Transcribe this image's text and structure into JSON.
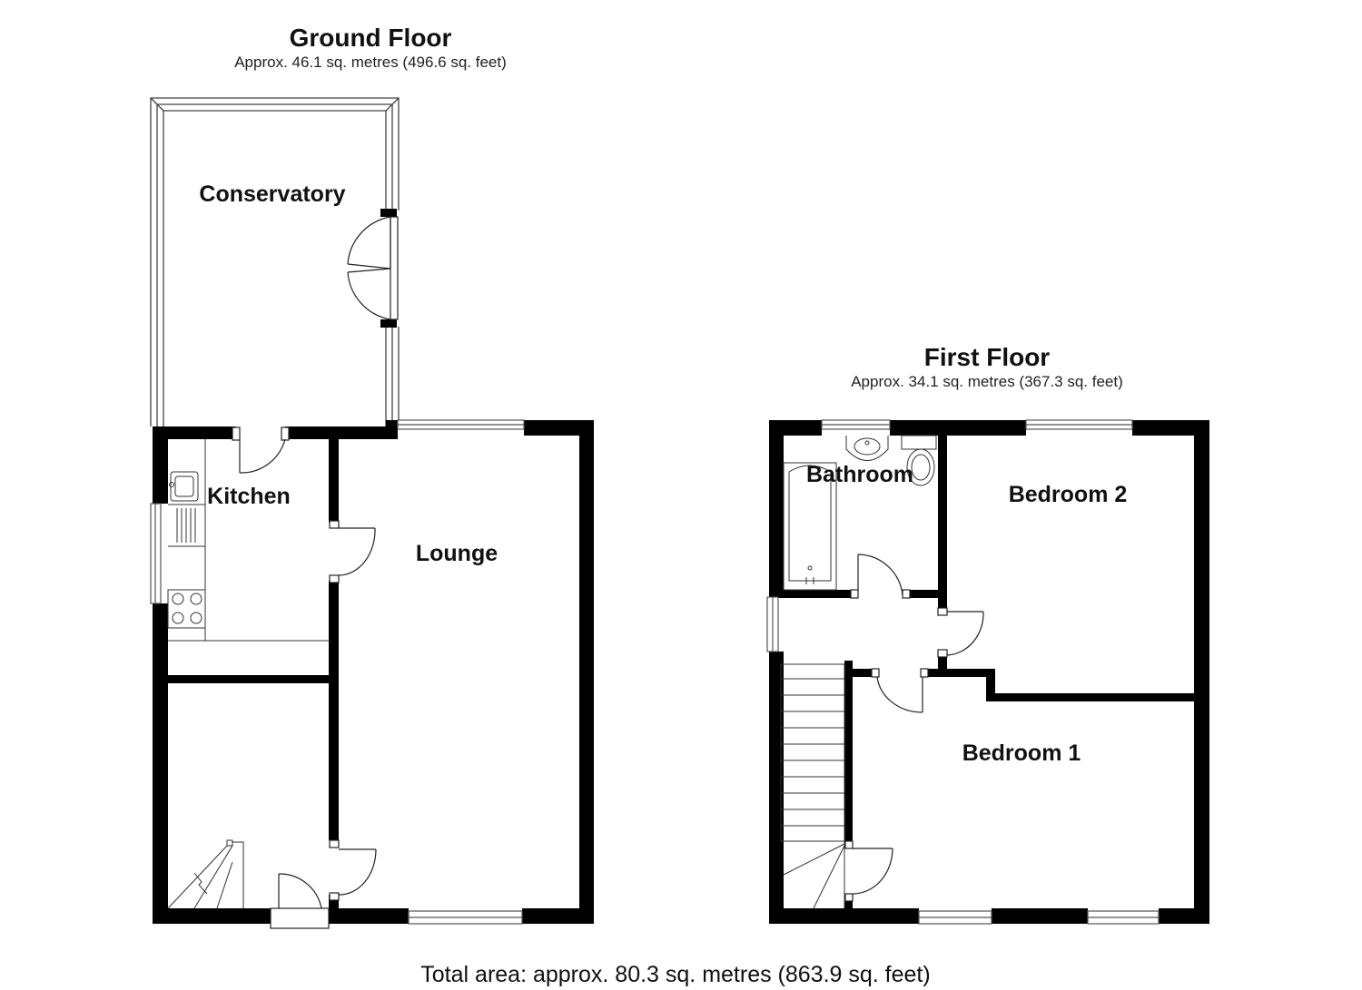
{
  "ground_floor": {
    "title": "Ground Floor",
    "area": "Approx. 46.1 sq. metres (496.6 sq. feet)",
    "rooms": {
      "conservatory": "Conservatory",
      "kitchen": "Kitchen",
      "lounge": "Lounge"
    }
  },
  "first_floor": {
    "title": "First Floor",
    "area": "Approx. 34.1 sq. metres (367.3 sq. feet)",
    "rooms": {
      "bathroom": "Bathroom",
      "bedroom2": "Bedroom 2",
      "bedroom1": "Bedroom 1"
    }
  },
  "total_area": "Total area: approx. 80.3 sq. metres (863.9 sq. feet)",
  "colors": {
    "wall": "#000000",
    "thin_line": "#222222",
    "window": "#555555",
    "background": "#ffffff"
  }
}
